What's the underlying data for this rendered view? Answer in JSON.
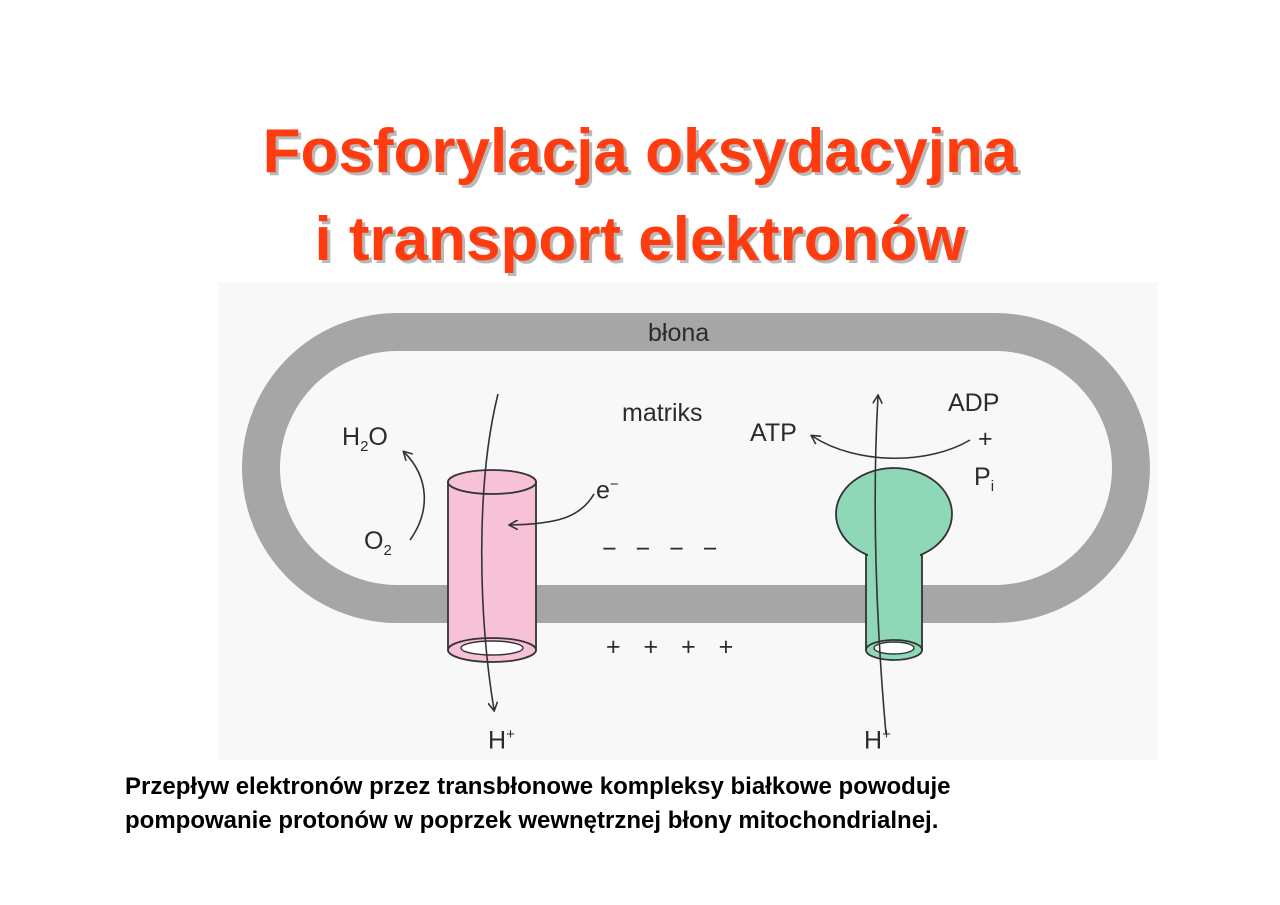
{
  "slide": {
    "title_line1": "Fosforylacja oksydacyjna",
    "title_line2": "i transport elektronów",
    "caption_line1": "Przepływ elektronów przez transbłonowe kompleksy białkowe powoduje",
    "caption_line2": "pompowanie protonów w poprzek wewnętrznej błony mitochondrialnej."
  },
  "diagram": {
    "membrane_label": "błona",
    "matrix_label": "matriks",
    "h2o": {
      "base": "H",
      "sub": "2",
      "tail": "O"
    },
    "o2": {
      "base": "O",
      "sub": "2"
    },
    "electron": {
      "base": "e",
      "sup": "−"
    },
    "atp": "ATP",
    "adp": "ADP",
    "plus_sign": "+",
    "pi": {
      "base": "P",
      "sub": "i"
    },
    "negative_charges": "− − − −",
    "positive_charges": "+ + + +",
    "proton_left": {
      "base": "H",
      "sup": "+"
    },
    "proton_right": {
      "base": "H",
      "sup": "+"
    },
    "colors": {
      "membrane": "#a6a6a6",
      "electron_complex": "#f7c1d8",
      "atp_synthase": "#8fd8b7",
      "title": "#ff3b10"
    }
  }
}
